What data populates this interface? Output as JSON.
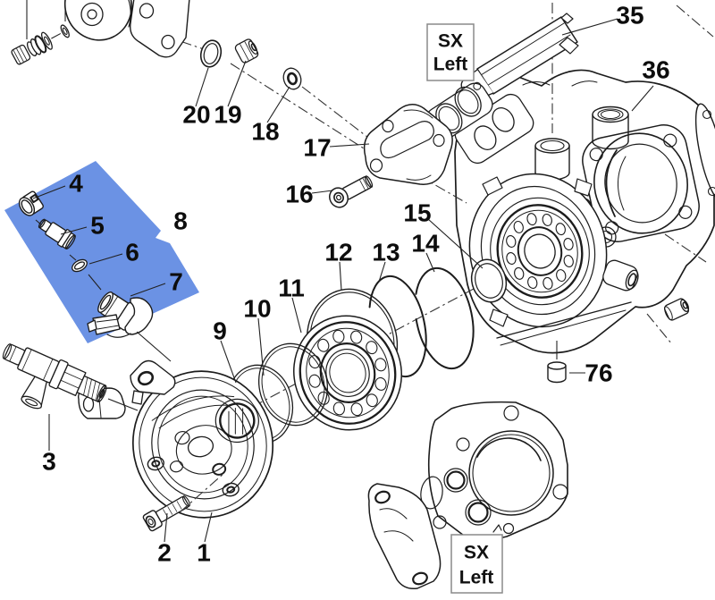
{
  "highlight": {
    "color": "#6b92e4"
  },
  "callouts": [
    "1",
    "2",
    "3",
    "4",
    "5",
    "6",
    "7",
    "8",
    "9",
    "10",
    "11",
    "12",
    "13",
    "14",
    "15",
    "16",
    "17",
    "18",
    "19",
    "20",
    "35",
    "36",
    "76"
  ],
  "boxes": {
    "top": {
      "line1": "SX",
      "line2": "Left"
    },
    "bottom": {
      "line1": "SX",
      "line2": "Left"
    }
  }
}
